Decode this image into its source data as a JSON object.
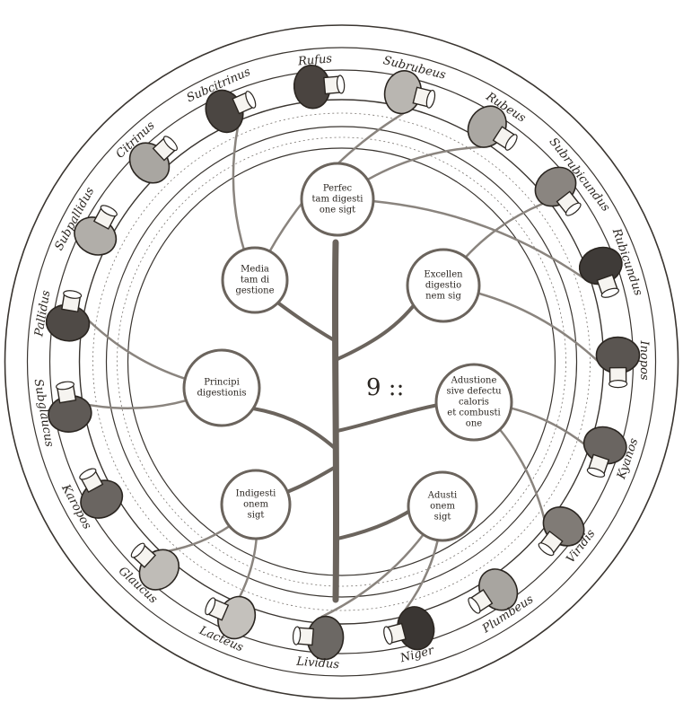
{
  "urine_labels": [
    "Rufus",
    "Subrubeus",
    "Rubeus",
    "Subrubicundus",
    "Rubicundus",
    "Inopos",
    "Kyanos",
    "Viridis",
    "Plumbeus",
    "Niger",
    "Lividus",
    "Lacteus",
    "Glaucus",
    "Karopos",
    "Subglaucus",
    "Pallidus",
    "Subpallidus",
    "Citrinus",
    "Subcitrinus"
  ],
  "flask_fill_colors": [
    "#4a4440",
    "#b9b6b1",
    "#aaa7a2",
    "#8a8580",
    "#3f3b38",
    "#5a5551",
    "#6a6561",
    "#807b76",
    "#a8a5a0",
    "#3a3633",
    "#6c6864",
    "#c4c1bc",
    "#bfbcb7",
    "#6a6561",
    "#5f5a56",
    "#4f4a46",
    "#b1aea9",
    "#a9a6a1",
    "#4b4642"
  ],
  "digestion_nodes": [
    {
      "lines": [
        "Perfec",
        "tam digesti",
        "one sigt"
      ]
    },
    {
      "lines": [
        "Media",
        "tam di",
        "gestione"
      ]
    },
    {
      "lines": [
        "Excellen",
        "digestio",
        "nem sig"
      ]
    },
    {
      "lines": [
        "Principi",
        "digestionis"
      ]
    },
    {
      "lines": [
        "Adustione",
        "sive defectu",
        "caloris",
        "et combusti",
        "one"
      ]
    },
    {
      "lines": [
        "Indigesti",
        "onem",
        "sigt"
      ]
    },
    {
      "lines": [
        "Adusti",
        "onem",
        "sigt"
      ]
    }
  ],
  "center_mark": "9 ::",
  "colors": {
    "ink": "#2a2520",
    "stem": "#6b645d",
    "ring_line": "#3a3530",
    "background": "#ffffff"
  }
}
